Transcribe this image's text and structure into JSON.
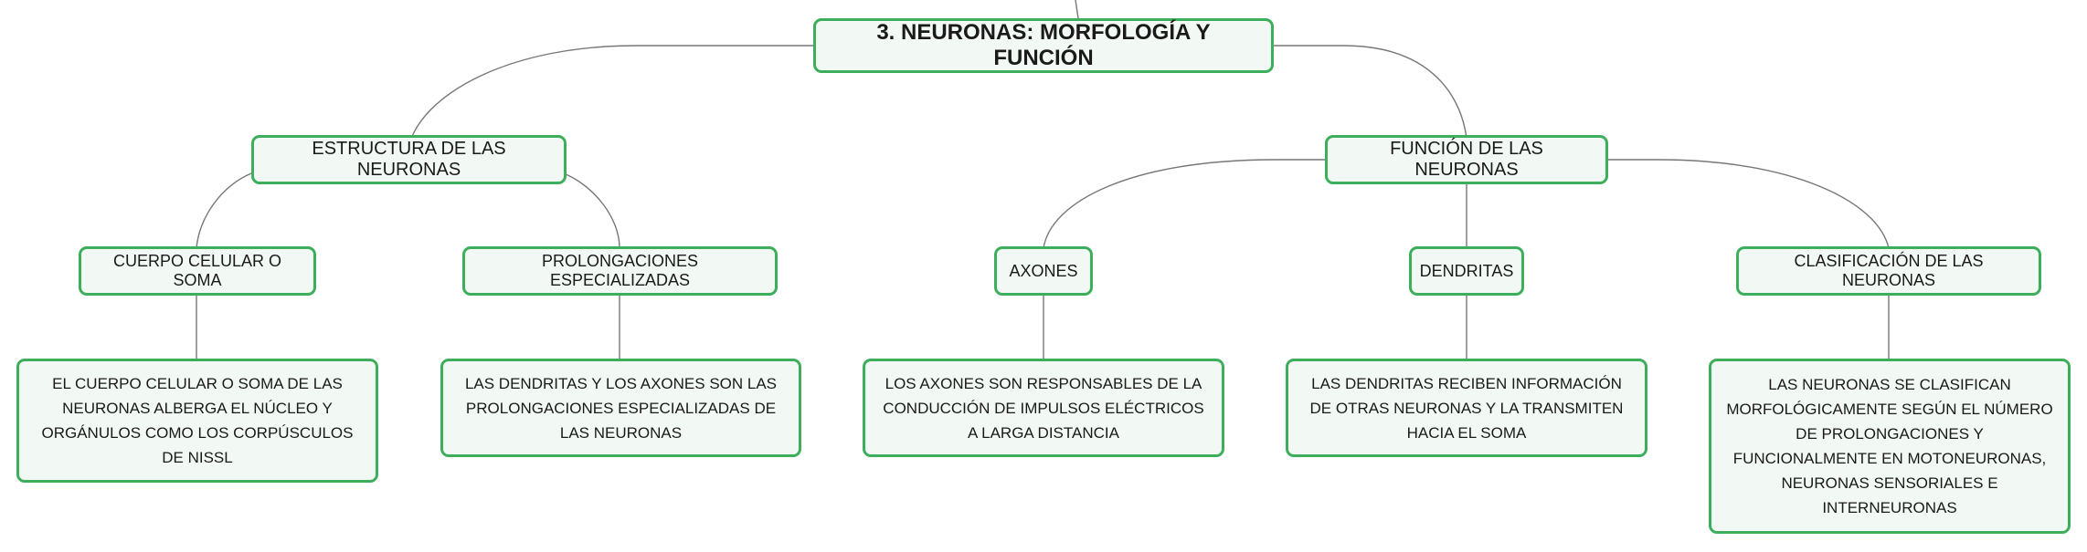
{
  "root": {
    "label": "3. NEURONAS: MORFOLOGÍA Y FUNCIÓN"
  },
  "branches": {
    "estructura": {
      "label": "ESTRUCTURA DE LAS NEURONAS",
      "soma": {
        "label": "CUERPO CELULAR O SOMA",
        "detail": "EL CUERPO CELULAR O SOMA DE LAS NEURONAS ALBERGA EL NÚCLEO Y ORGÁNULOS COMO LOS CORPÚSCULOS DE NISSL"
      },
      "prolongaciones": {
        "label": "PROLONGACIONES ESPECIALIZADAS",
        "detail": "LAS DENDRITAS Y LOS AXONES SON LAS PROLONGACIONES ESPECIALIZADAS DE LAS NEURONAS"
      }
    },
    "funcion": {
      "label": "FUNCIÓN DE LAS NEURONAS",
      "axones": {
        "label": "AXONES",
        "detail": "LOS AXONES SON RESPONSABLES DE LA CONDUCCIÓN DE IMPULSOS ELÉCTRICOS A LARGA DISTANCIA"
      },
      "dendritas": {
        "label": "DENDRITAS",
        "detail": "LAS DENDRITAS RECIBEN INFORMACIÓN DE OTRAS NEURONAS Y LA TRANSMITEN HACIA EL SOMA"
      },
      "clasificacion": {
        "label": "CLASIFICACIÓN DE LAS NEURONAS",
        "detail": "LAS NEURONAS SE CLASIFICAN MORFOLÓGICAMENTE SEGÚN EL NÚMERO DE PROLONGACIONES Y FUNCIONALMENTE EN MOTONEURONAS, NEURONAS SENSORIALES E INTERNEURONAS"
      }
    }
  },
  "colors": {
    "node_border": "#3dae5c",
    "node_fill": "#f2f8f3",
    "connector": "#777777"
  }
}
